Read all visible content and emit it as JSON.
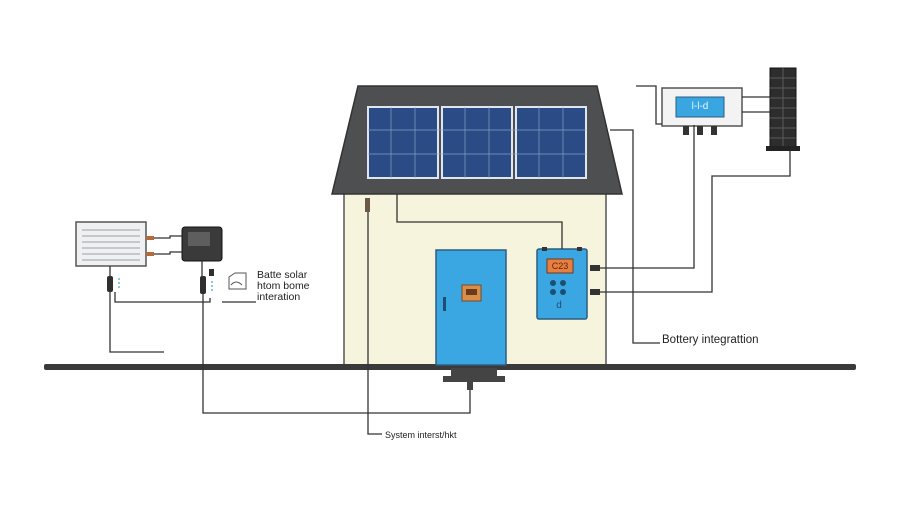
{
  "diagram": {
    "labels": {
      "battery_solar": "Batte solar\nhtom bome\ninteration",
      "battery_integration": "Bottery integrattion",
      "system": "System interst/hkt"
    },
    "charge_controller_display": "C23",
    "inverter_symbol": "d",
    "monitor_display": "l-l-d",
    "colors": {
      "roof": "#4d4f51",
      "wall": "#f6f4dc",
      "panel": "#2b4b87",
      "device_blue": "#3aa7e3",
      "wire": "#333333"
    }
  }
}
